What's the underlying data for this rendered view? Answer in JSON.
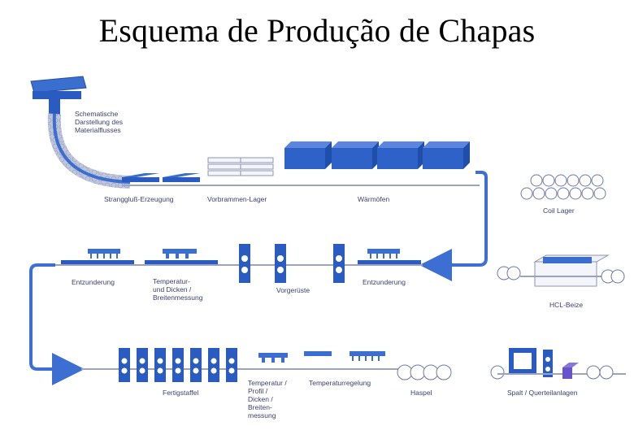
{
  "title": "Esquema de Produção de Chapas",
  "colors": {
    "blue": "#3a6fd0",
    "dark_blue": "#1f4fa8",
    "arrow": "#3d6fd3",
    "purple": "#6a52c8"
  },
  "labels": {
    "schematic": [
      "Schematische",
      "Darstellung des",
      "Materialflusses"
    ],
    "strangguss": "Stranggluß-Erzeugung",
    "vorbrammen": "Vorbrammen-Lager",
    "waermoefen": "Wärmöfen",
    "coil_lager": "Coil Lager",
    "entzunderung_left": "Entzunderung",
    "temperatur_dicken": [
      "Temperatur-",
      "und Dicken /",
      "Breitenmessung"
    ],
    "vorgerueste": "Vorgerüste",
    "entzunderung_right": "Entzunderung",
    "hcl_beize": "HCL-Beize",
    "fertigstaffel": "Fertigstaffel",
    "temperatur_profil": [
      "Temperatur /",
      "Profil /",
      "Dicken /",
      "Breiten-",
      "messung"
    ],
    "temperaturregelung": "Temperaturregelung",
    "haspel": "Haspel",
    "spalt": "Spalt / Querteilanlagen"
  }
}
